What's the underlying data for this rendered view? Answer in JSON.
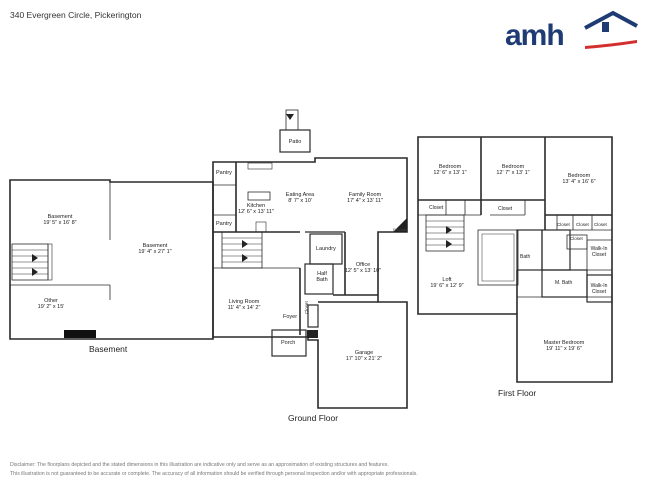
{
  "header": {
    "address": "340 Evergreen Circle, Pickerington"
  },
  "logo": {
    "text": "amh",
    "color": "#1f3b73",
    "accent": "#d32f2f"
  },
  "floors": [
    {
      "label": "Basement"
    },
    {
      "label": "Ground Floor"
    },
    {
      "label": "First Floor"
    }
  ],
  "rooms": {
    "basement_1": {
      "name": "Basement",
      "dims": "19' 5\" x 16' 8\""
    },
    "basement_2": {
      "name": "Basement",
      "dims": "19' 4\" x 27' 1\""
    },
    "other": {
      "name": "Other",
      "dims": "19' 2\" x 15'"
    },
    "patio": {
      "name": "Patio"
    },
    "pantry_1": {
      "name": "Pantry"
    },
    "pantry_2": {
      "name": "Pantry"
    },
    "eating_area": {
      "name": "Eating Area",
      "dims": "8' 7\" x 10'"
    },
    "kitchen": {
      "name": "Kitchen",
      "dims": "12' 6\" x 13' 11\""
    },
    "family_room": {
      "name": "Family Room",
      "dims": "17' 4\" x 13' 11\""
    },
    "fireplace": {
      "name": "Fireplace"
    },
    "laundry": {
      "name": "Laundry"
    },
    "half_bath": {
      "name": "Half Bath"
    },
    "office": {
      "name": "Office",
      "dims": "12' 5\" x 13' 10\""
    },
    "living_room": {
      "name": "Living Room",
      "dims": "11' 4\" x 14' 2\""
    },
    "foyer": {
      "name": "Foyer"
    },
    "closet_ground": {
      "name": "Closet"
    },
    "porch": {
      "name": "Porch"
    },
    "garage": {
      "name": "Garage",
      "dims": "17' 10\" x 21' 2\""
    },
    "bedroom_1": {
      "name": "Bedroom",
      "dims": "12' 6\" x 13' 1\""
    },
    "bedroom_2": {
      "name": "Bedroom",
      "dims": "12' 7\" x 13' 1\""
    },
    "bedroom_3": {
      "name": "Bedroom",
      "dims": "13' 4\" x 16' 6\""
    },
    "closet_1": {
      "name": "Closet"
    },
    "closet_2": {
      "name": "Closet"
    },
    "closet_3": {
      "name": "Closet"
    },
    "closet_4": {
      "name": "Closet"
    },
    "closet_5": {
      "name": "Closet"
    },
    "closet_6": {
      "name": "Closet"
    },
    "bath": {
      "name": "Bath"
    },
    "walkin_1": {
      "name": "Walk-In Closet"
    },
    "loft": {
      "name": "Loft",
      "dims": "19' 6\" x 12' 9\""
    },
    "m_bath": {
      "name": "M. Bath"
    },
    "walkin_2": {
      "name": "Walk-In Closet"
    },
    "master_bedroom": {
      "name": "Master Bedroom",
      "dims": "19' 11\" x 19' 6\""
    }
  },
  "disclaimer": {
    "line1": "Disclaimer: The floorplans depicted and the stated dimensions in this illustration are indicative only and serve as an approximation of existing structures and features.",
    "line2": "This illustration is not guaranteed to be accurate or complete. The accuracy of all information should be verified through personal inspection and/or with appropriate professionals."
  }
}
